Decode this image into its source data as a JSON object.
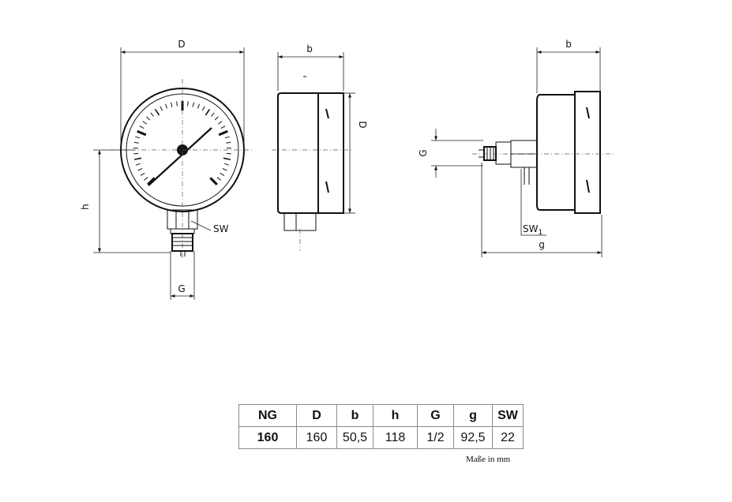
{
  "drawing": {
    "front_view": {
      "dim_D": "D",
      "dim_h": "h",
      "dim_G": "G",
      "callout_SW": "SW"
    },
    "side_view": {
      "dim_b": "b",
      "dim_D": "D"
    },
    "back_view": {
      "dim_b": "b",
      "dim_G": "G",
      "dim_g": "g",
      "callout_SW": "SW",
      "callout_SW_sub": "1"
    }
  },
  "table": {
    "headers": [
      "NG",
      "D",
      "b",
      "h",
      "G",
      "g",
      "SW"
    ],
    "rows": [
      [
        "160",
        "160",
        "50,5",
        "118",
        "1/2",
        "92,5",
        "22"
      ]
    ]
  },
  "note": "Maße in mm"
}
